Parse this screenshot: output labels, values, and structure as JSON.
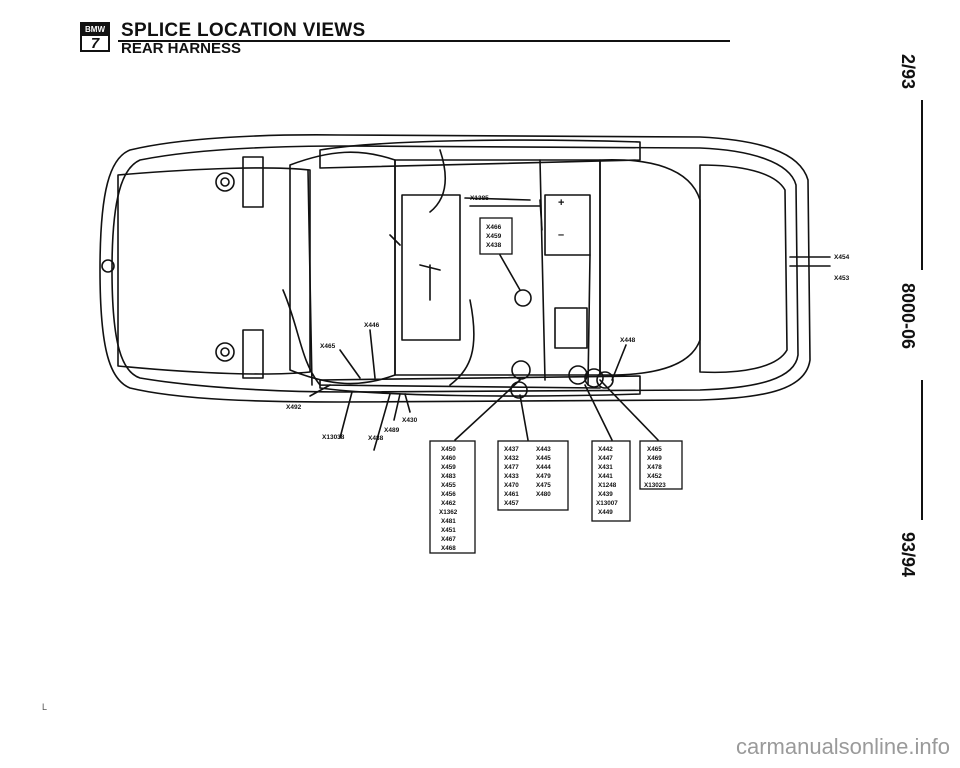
{
  "header": {
    "logo_brand": "BMW",
    "logo_series": "7",
    "title": "SPLICE LOCATION VIEWS",
    "subtitle": "REAR HARNESS"
  },
  "side_text": {
    "date": "2/93",
    "code": "8000-06",
    "model_years": "93/94"
  },
  "watermark": "carmanualsonline.info",
  "stray_mark": "L",
  "diagram": {
    "labels": {
      "x1385": "X1385",
      "x454": "X454",
      "x453": "X453",
      "x446": "X446",
      "x465": "X465",
      "x448": "X448",
      "x492": "X492",
      "x430": "X430",
      "x489": "X489",
      "x13038": "X13038",
      "x488": "X488"
    },
    "battery_box": [
      "X466",
      "X459",
      "X438"
    ],
    "battery_symbols": {
      "plus": "+",
      "minus": "–"
    },
    "boxes": {
      "box1": [
        "X450",
        "X460",
        "X459",
        "X483",
        "X455",
        "X456",
        "X462",
        "X1362",
        "X481",
        "X451",
        "X467",
        "X468"
      ],
      "box2_col1": [
        "X437",
        "X432",
        "X477",
        "X433",
        "X470",
        "X461",
        "X457"
      ],
      "box2_col2": [
        "X443",
        "X445",
        "X444",
        "X479",
        "X475",
        "X480"
      ],
      "box3": [
        "X442",
        "X447",
        "X431",
        "X441",
        "X1248",
        "X439",
        "X13007",
        "X449"
      ],
      "box4": [
        "X465",
        "X469",
        "X478",
        "X452",
        "X13023"
      ]
    }
  }
}
